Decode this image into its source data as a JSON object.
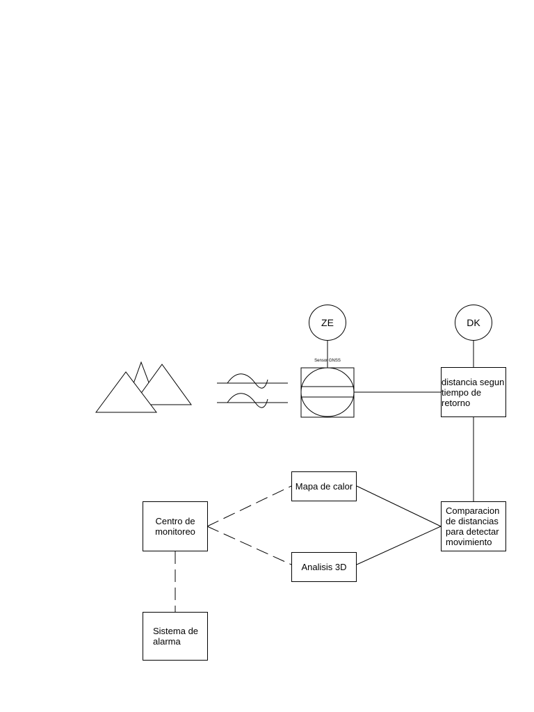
{
  "nodes": {
    "ze": "ZE",
    "dk": "DK",
    "sensor_label": "Sensor GNSS",
    "distancia": "distancia segun\ntiempo de\nretorno",
    "comparacion": "Comparacion\nde distancias\npara detectar\nmovimiento",
    "mapa": "Mapa de calor",
    "analisis": "Analisis 3D",
    "centro": "Centro de\nmonitoreo",
    "alarma": "Sistema de\nalarma"
  },
  "icons": {
    "mountains": "mountains-icon",
    "signal": "signal-wave-icon",
    "sensor": "gnss-sensor-icon"
  }
}
